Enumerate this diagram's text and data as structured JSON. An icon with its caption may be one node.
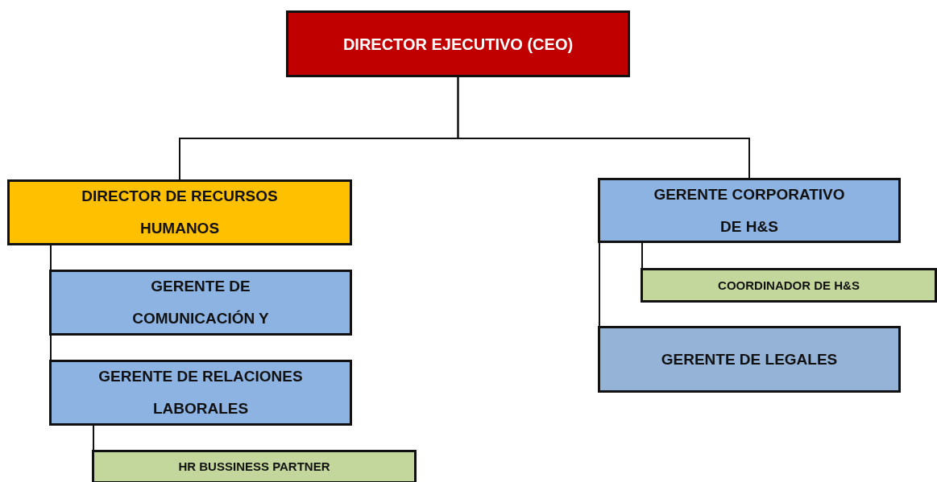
{
  "diagram": {
    "nodes": [
      {
        "text": [
          "DIRECTOR EJECUTIVO (CEO)"
        ]
      },
      {
        "text": [
          "DIRECTOR DE RECURSOS HUMANOS"
        ]
      },
      {
        "text": [
          "GERENTE DE COMUNICACIÓN Y"
        ]
      },
      {
        "text": [
          "GERENTE DE RELACIONES LABORALES"
        ]
      },
      {
        "text": [
          "HR BUSSINESS PARTNER"
        ]
      },
      {
        "text": [
          "GERENTE CORPORATIVO DE H&S"
        ]
      },
      {
        "text": [
          "COORDINADOR DE H&S"
        ]
      },
      {
        "text": [
          "GERENTE DE LEGALES"
        ]
      }
    ],
    "edges": [
      {
        "from": 0,
        "to": 1,
        "arrow": "none"
      },
      {
        "from": 0,
        "to": 5,
        "arrow": "none"
      },
      {
        "from": 1,
        "to": 2,
        "arrow": "none"
      },
      {
        "from": 2,
        "to": 3,
        "arrow": "none"
      },
      {
        "from": 3,
        "to": 4,
        "arrow": "none"
      },
      {
        "from": 5,
        "to": 6,
        "arrow": "none"
      },
      {
        "from": 5,
        "to": 7,
        "arrow": "none"
      }
    ]
  }
}
